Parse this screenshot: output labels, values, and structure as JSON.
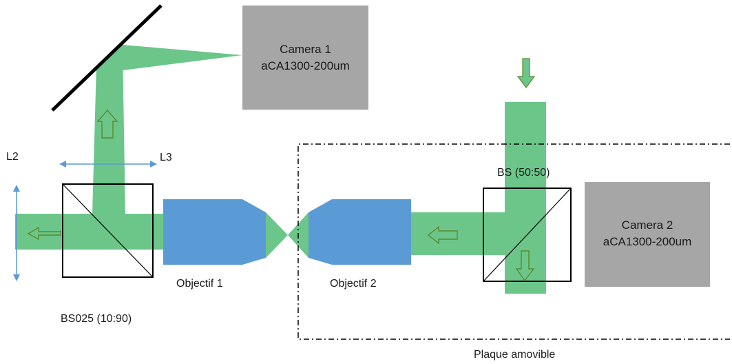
{
  "colors": {
    "beam": "#6cc68a",
    "beam_arrow": "#5a8a2a",
    "camera": "#a6a6a6",
    "objective": "#5b9bd5",
    "double_arrow": "#5b9bd5",
    "mirror": "#000000",
    "outline": "#000000"
  },
  "camera1": {
    "line1": "Camera 1",
    "line2": "aCA1300-200um"
  },
  "camera2": {
    "line1": "Camera 2",
    "line2": "aCA1300-200um"
  },
  "labels": {
    "l2": "L2",
    "l3": "L3",
    "bs_right": "BS (50:50)",
    "objectif1": "Objectif 1",
    "objectif2": "Objectif 2",
    "bs_left": "BS025 (10:90)",
    "plaque": "Plaque amovible"
  },
  "icons": {
    "arrow_up": "hollow-arrow-up-icon",
    "arrow_down": "hollow-arrow-down-icon",
    "arrow_left": "hollow-arrow-left-icon",
    "double_arrow": "double-headed-arrow-icon"
  }
}
